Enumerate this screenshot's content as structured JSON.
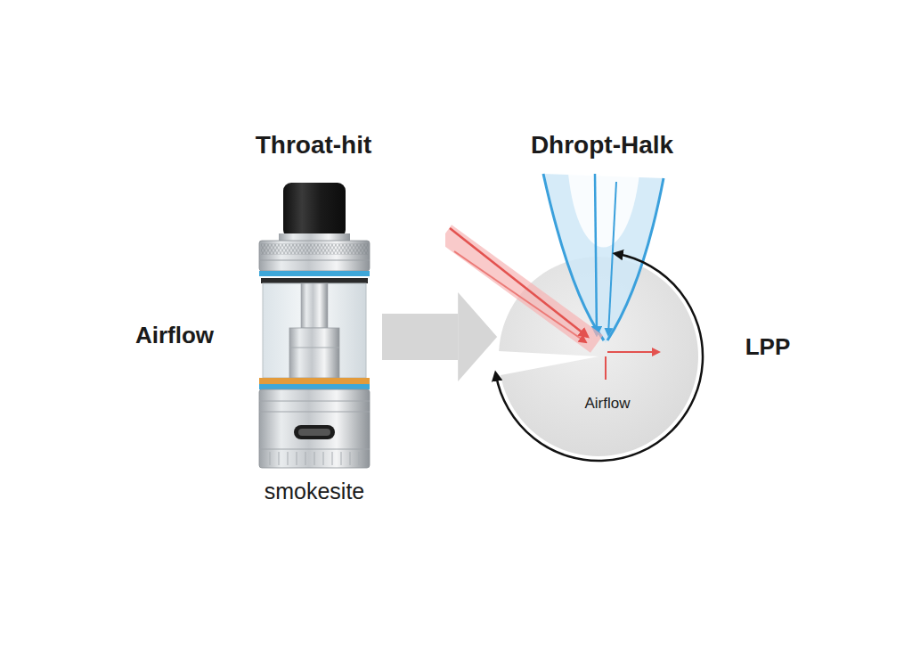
{
  "diagram": {
    "nodes": [
      {
        "text": [
          "smokesite"
        ]
      },
      {
        "text": [
          "Airflow"
        ]
      }
    ],
    "edges": [
      {
        "from": 0,
        "to": 1,
        "arrow": "to"
      }
    ],
    "labels": [
      "Throat-hit",
      "Dhropt-Halk",
      "Airflow",
      "LPP"
    ]
  }
}
